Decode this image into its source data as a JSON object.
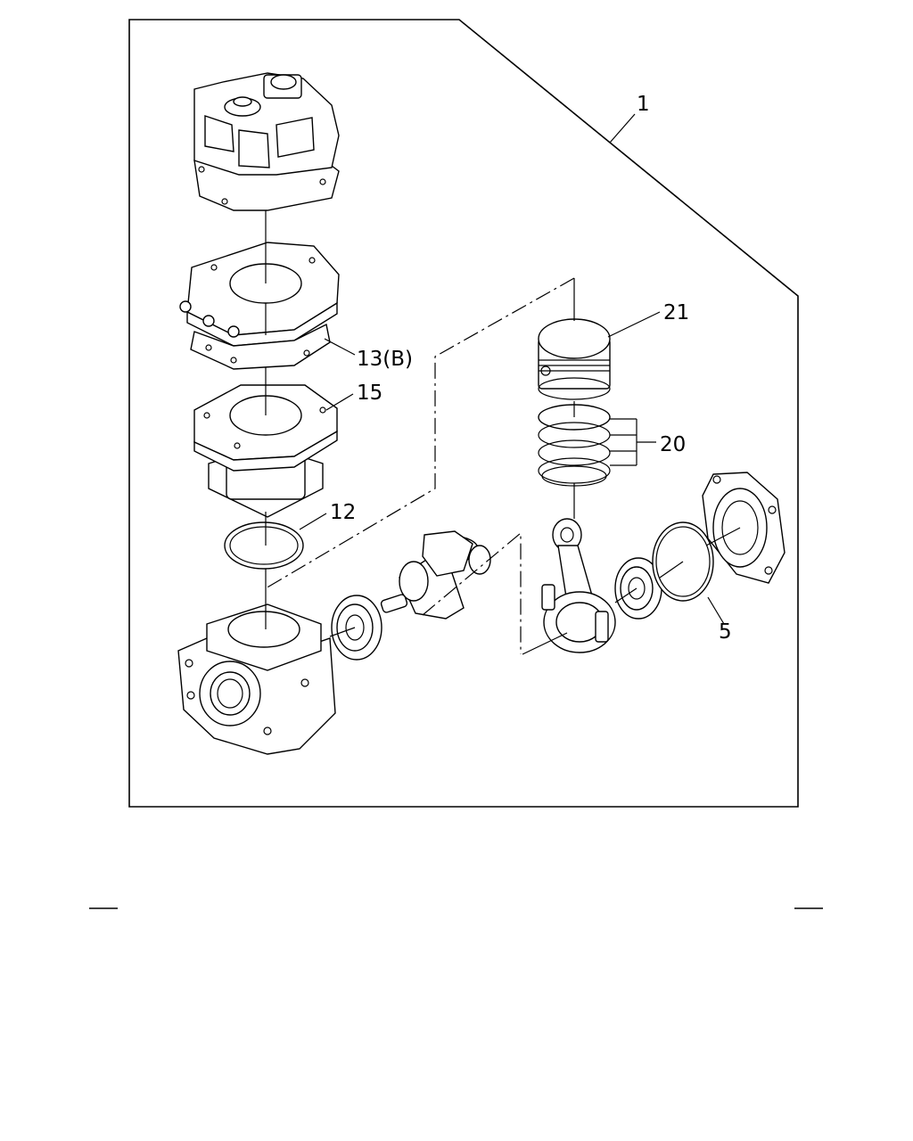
{
  "callouts": {
    "c1": "1",
    "c21": "21",
    "c13b": "13(B)",
    "c15": "15",
    "c20": "20",
    "c12": "12",
    "c5": "5"
  }
}
